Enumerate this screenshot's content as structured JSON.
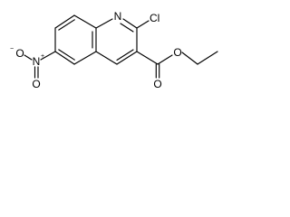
{
  "molecule": {
    "atoms": {
      "quinoline_n": "N",
      "chlorine": "Cl",
      "nitro_n": "N",
      "nitro_n_charge": "+",
      "nitro_o_left": "O",
      "nitro_o_left_charge": "−",
      "nitro_o_bottom": "O",
      "carbonyl_o": "O",
      "ester_o": "O"
    }
  }
}
